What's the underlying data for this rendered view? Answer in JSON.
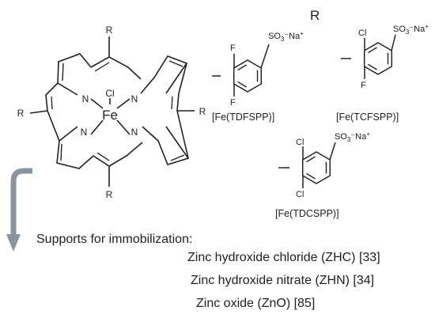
{
  "header": {
    "r_label": "R"
  },
  "porphyrin": {
    "substituent": "R",
    "metal": "Fe",
    "axial_ligand": "Cl",
    "nitrogen": "N"
  },
  "substituents": [
    {
      "name": "[Fe(TDFSPP)]",
      "sulfonate": "SO",
      "sulfonate_sub": "3",
      "counter_ion": "Na",
      "charge": "+",
      "ortho_top": "F",
      "ortho_bottom": "F"
    },
    {
      "name": "[Fe(TCFSPP)]",
      "sulfonate": "SO",
      "sulfonate_sub": "3",
      "counter_ion": "Na",
      "charge": "+",
      "ortho_top": "Cl",
      "ortho_bottom": "F"
    },
    {
      "name": "[Fe(TDCSPP)]",
      "sulfonate": "SO",
      "sulfonate_sub": "3",
      "counter_ion": "Na",
      "charge": "+",
      "ortho_top": "Cl",
      "ortho_bottom": "Cl"
    }
  ],
  "supports": {
    "title": "Supports for immobilization:",
    "items": [
      "Zinc hydroxide chloride (ZHC) [33]",
      "Zinc hydroxide nitrate (ZHN) [34]",
      "Zinc oxide (ZnO) [85]"
    ]
  },
  "colors": {
    "arrow": "#8a939e",
    "bond": "#222222"
  }
}
